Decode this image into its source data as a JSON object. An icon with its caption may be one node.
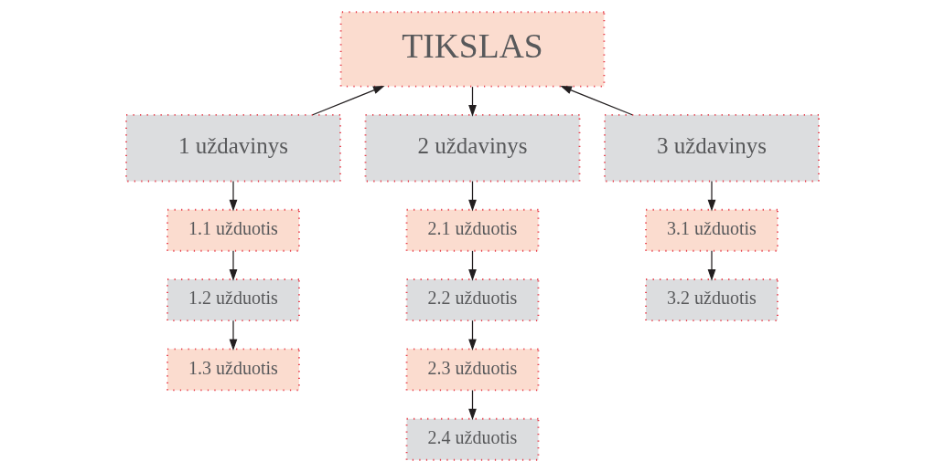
{
  "diagram": {
    "nodes": [
      {
        "text": [
          "TIKSLAS"
        ]
      },
      {
        "text": [
          "1 uždavinys"
        ]
      },
      {
        "text": [
          "2 uždavinys"
        ]
      },
      {
        "text": [
          "3 uždavinys"
        ]
      },
      {
        "text": [
          "1.1 užduotis"
        ]
      },
      {
        "text": [
          "1.2 užduotis"
        ]
      },
      {
        "text": [
          "1.3 užduotis"
        ]
      },
      {
        "text": [
          "2.1 užduotis"
        ]
      },
      {
        "text": [
          "2.2 užduotis"
        ]
      },
      {
        "text": [
          "2.3 užduotis"
        ]
      },
      {
        "text": [
          "2.4 užduotis"
        ]
      },
      {
        "text": [
          "3.1 užduotis"
        ]
      },
      {
        "text": [
          "3.2 užduotis"
        ]
      }
    ],
    "edges": [
      {
        "from": 1,
        "to": 0,
        "arrow": "to"
      },
      {
        "from": 0,
        "to": 2,
        "arrow": "to"
      },
      {
        "from": 3,
        "to": 0,
        "arrow": "to"
      },
      {
        "from": 1,
        "to": 4,
        "arrow": "to"
      },
      {
        "from": 4,
        "to": 5,
        "arrow": "to"
      },
      {
        "from": 5,
        "to": 6,
        "arrow": "to"
      },
      {
        "from": 2,
        "to": 7,
        "arrow": "to"
      },
      {
        "from": 7,
        "to": 8,
        "arrow": "to"
      },
      {
        "from": 8,
        "to": 9,
        "arrow": "to"
      },
      {
        "from": 9,
        "to": 10,
        "arrow": "to"
      },
      {
        "from": 3,
        "to": 11,
        "arrow": "to"
      },
      {
        "from": 11,
        "to": 12,
        "arrow": "to"
      }
    ]
  }
}
